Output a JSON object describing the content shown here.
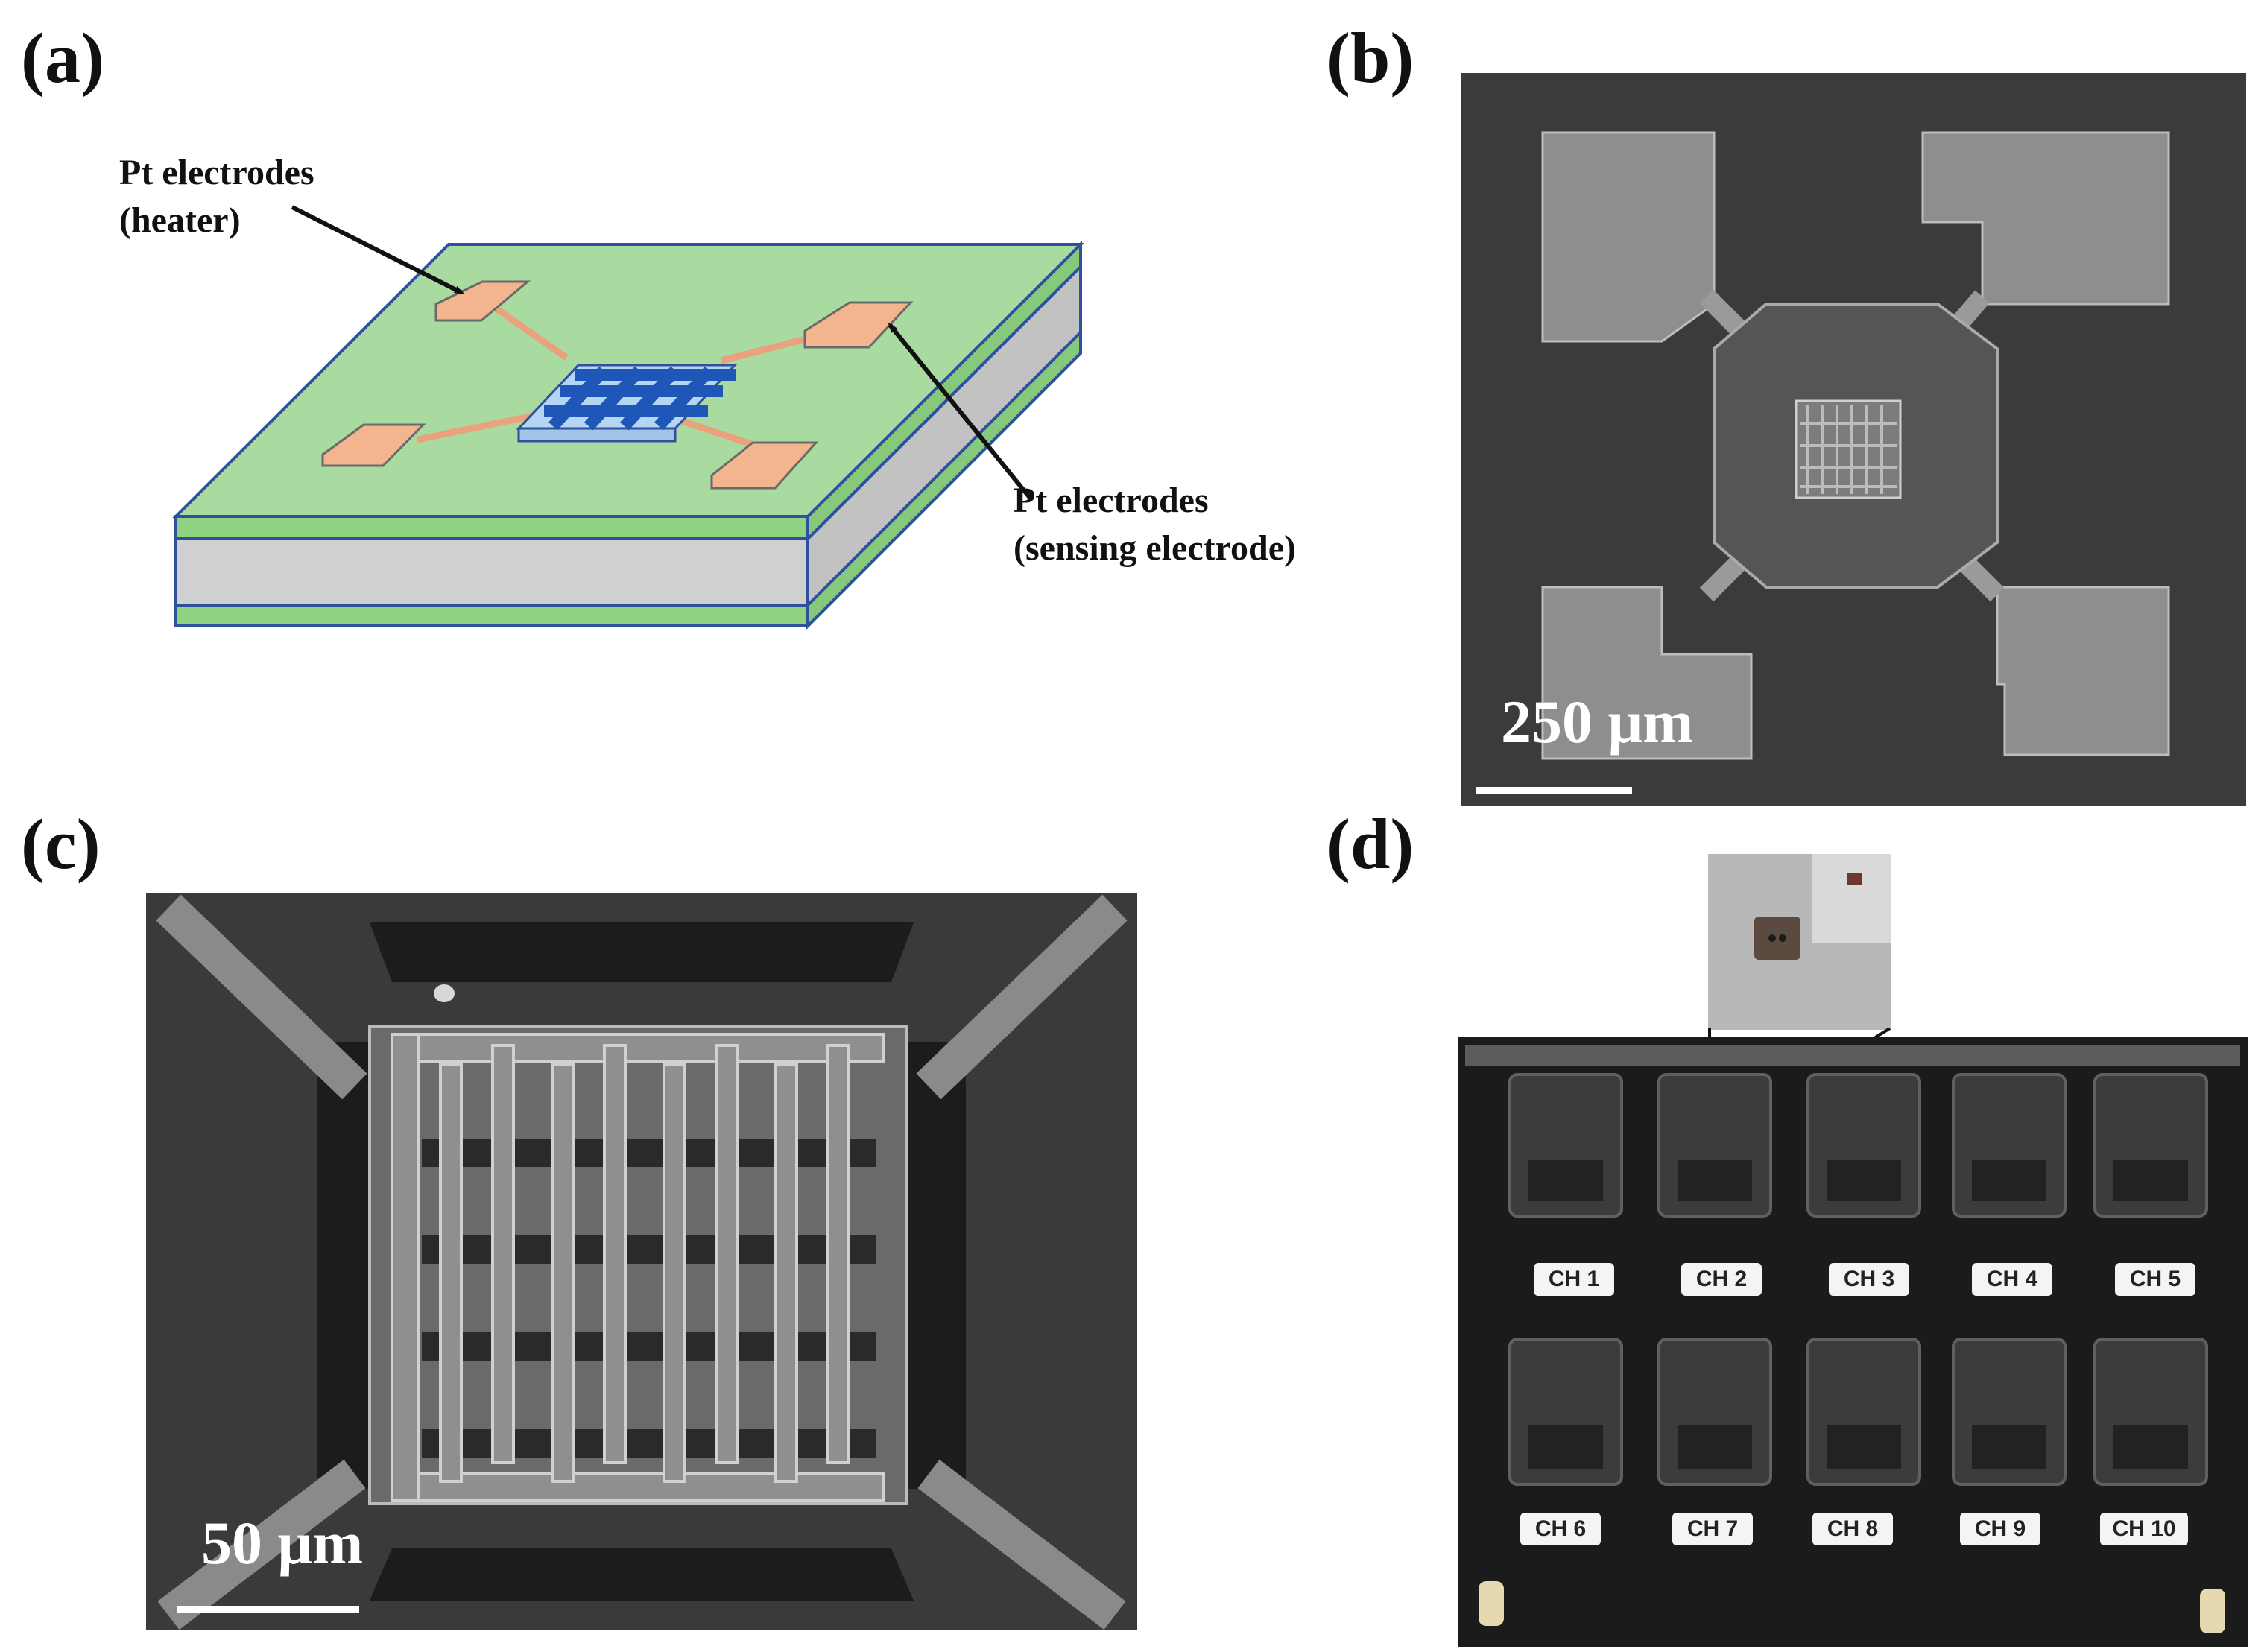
{
  "panels": {
    "a": {
      "label": "(a)",
      "callout_heater": {
        "line1": "Pt electrodes",
        "line2": "(heater)"
      },
      "callout_sensing": {
        "line1": "Pt electrodes",
        "line2": "(sensing electrode)"
      }
    },
    "b": {
      "label": "(b)",
      "scale_text": "250 μm"
    },
    "c": {
      "label": "(c)",
      "scale_text": "50 μm"
    },
    "d": {
      "label": "(d)",
      "channels": [
        "CH 1",
        "CH 2",
        "CH 3",
        "CH 4",
        "CH 5",
        "CH 6",
        "CH 7",
        "CH 8",
        "CH 9",
        "CH 10"
      ]
    }
  },
  "colors": {
    "substrate_top": "#a9dba0",
    "substrate_side_green": "#8fd27f",
    "substrate_side_gray": "#d0d0d0",
    "edge_blue": "#2f4f9f",
    "electrode_pad": "#f2b58e",
    "sensor_grid": "#1f57b8",
    "sem_background": "#3a3a3a",
    "sem_pad": "#8d8d8d"
  }
}
